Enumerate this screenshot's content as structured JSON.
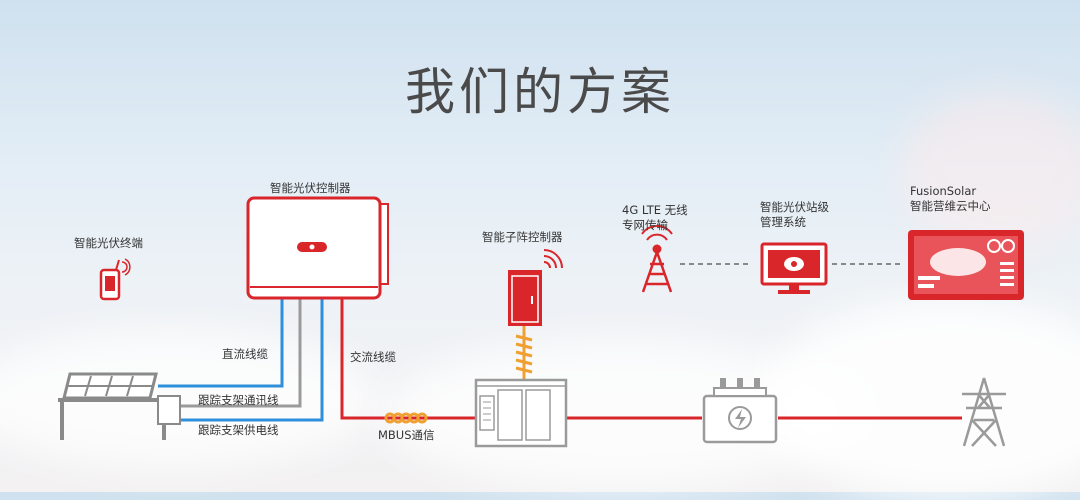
{
  "title": "我们的方案",
  "labels": {
    "terminal": "智能光伏终端",
    "inverter": "智能光伏控制器",
    "array_controller": "智能子阵控制器",
    "lte_line1": "4G LTE 无线",
    "lte_line2": "专网传输",
    "station_line1": "智能光伏站级",
    "station_line2": "管理系统",
    "fusion_line1": "FusionSolar",
    "fusion_line2": "智能营维云中心",
    "dc_cable": "直流线缆",
    "ac_cable": "交流线缆",
    "tracker_comm": "跟踪支架通讯线",
    "tracker_power": "跟踪支架供电线",
    "mbus": "MBUS通信"
  },
  "colors": {
    "accent_red": "#d9262b",
    "cable_blue": "#2e8fdc",
    "icon_gray": "#9a9a9a",
    "title_gray": "#4a4a4a"
  }
}
